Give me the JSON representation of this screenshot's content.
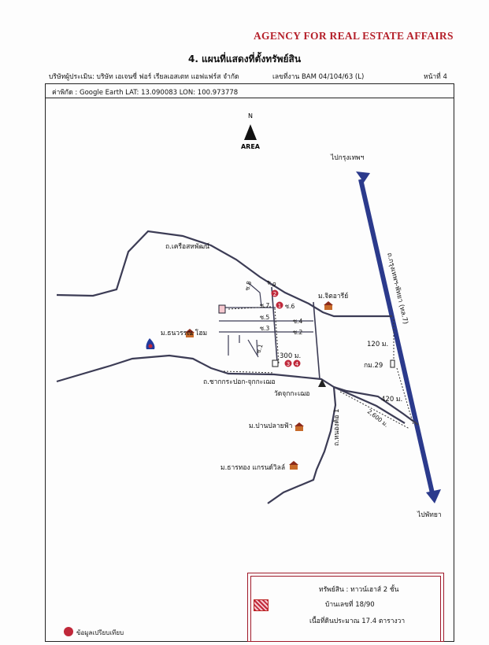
{
  "header": {
    "agency": "AGENCY FOR REAL ESTATE AFFAIRS",
    "title": "4. แผนที่แสดงที่ตั้งทรัพย์สิน",
    "company": "บริษัทผู้ประเมิน: บริษัท เอเจนซี่ ฟอร์ เรียลเอสเตท แอฟแฟร์ส จำกัด",
    "job_no": "เลขที่งาน BAM 04/104/63 (L)",
    "page": "หน้าที่ 4"
  },
  "coords": {
    "text": "ค่าพิกัด : Google Earth    LAT:  13.090083 LON: 100.973778"
  },
  "map": {
    "north": "N",
    "area": "AREA",
    "to_bangkok": "ไปกรุงเทพฯ",
    "to_pattaya": "ไปพัทยา",
    "highway": "ถ.กรุงเทพฯ-พัทยา (ทล.7)",
    "road_khruea": "ถ.เครือสหพัฒน์",
    "road_chak": "ถ.ชากกระปอก-จุกกะเฌอ",
    "road_nong": "ถ.หนองค้อ 1",
    "temple": "วัดจุกกะเฌอ",
    "v_chittari": "ม.จิตอารีย์",
    "v_thanawan": "ม.ธนวรรณ โฮม",
    "v_panplai": "ม.ปานปลายฟ้า",
    "v_tharathong": "ม.ธารทอง แกรนด์วิลล์",
    "km29": "กม.29",
    "d120": "120 ม.",
    "d420": "420 ม.",
    "d2600": "2,600 ม.",
    "d300": "300 ม.",
    "s9": "ซ.9",
    "s8": "ซ.8",
    "s7": "ซ.7",
    "s6": "ซ.6",
    "s5": "ซ.5",
    "s4": "ซ.4",
    "s3": "ซ.3",
    "s2": "ซ.2",
    "s1": "ซ.1",
    "marker_n1": "1",
    "marker_n2": "2",
    "marker_n3": "3",
    "marker_n4": "4"
  },
  "property": {
    "type": "ทรัพย์สิน : ทาวน์เฮาส์ 2 ชั้น",
    "house_no": "บ้านเลขที่ 18/90",
    "land_area": "เนื้อที่ดินประมาณ 17.4 ตารางวา"
  },
  "legend": {
    "comparables": "ข้อมูลเปรียบเทียบ"
  },
  "colors": {
    "accent": "#b5202a",
    "highway": "#2b3a8c",
    "road": "#3c3c55",
    "marker": "#c0283a"
  }
}
